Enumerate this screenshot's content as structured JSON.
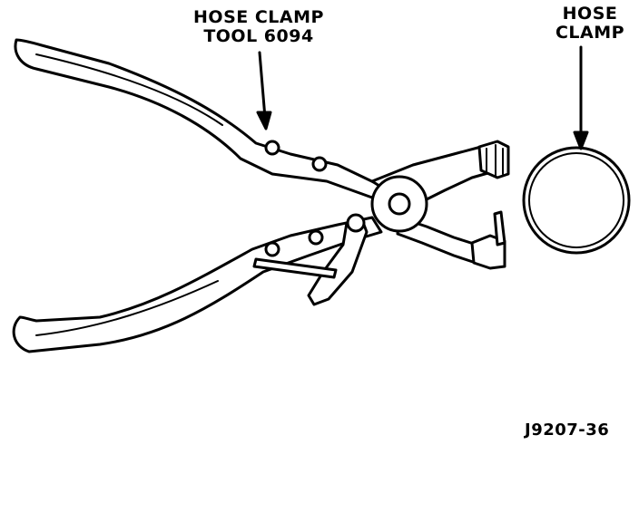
{
  "labels": {
    "tool": [
      "HOSE CLAMP",
      "TOOL 6094"
    ],
    "clamp": [
      "HOSE",
      "CLAMP"
    ],
    "figure_id": "J9207-36"
  },
  "colors": {
    "ink": "#000000",
    "paper": "#ffffff"
  }
}
